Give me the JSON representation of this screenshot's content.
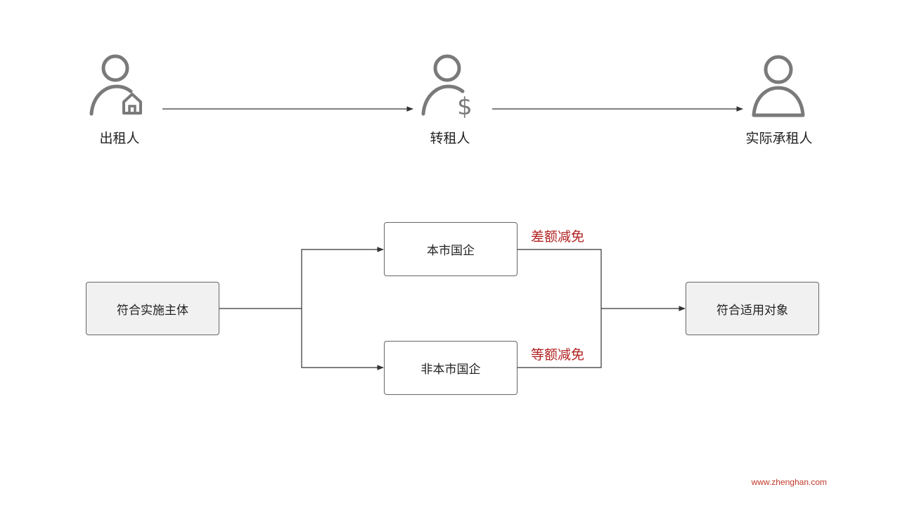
{
  "top_flow": {
    "landlord": {
      "label": "出租人",
      "icon": "person-house-icon"
    },
    "sublessor": {
      "label": "转租人",
      "icon": "person-dollar-icon"
    },
    "actual_tenant": {
      "label": "实际承租人",
      "icon": "person-icon"
    }
  },
  "bottom_flow": {
    "eligible_entity": "符合实施主体",
    "local_soe": "本市国企",
    "nonlocal_soe": "非本市国企",
    "diff_relief": "差额减免",
    "equal_relief": "等额减免",
    "eligible_target": "符合适用对象"
  },
  "footer": {
    "url": "www.zhenghan.com"
  },
  "colors": {
    "line": "#333333",
    "icon": "#7a7a7a",
    "accent": "#b22222",
    "box_fill": "#f1f1f1"
  }
}
